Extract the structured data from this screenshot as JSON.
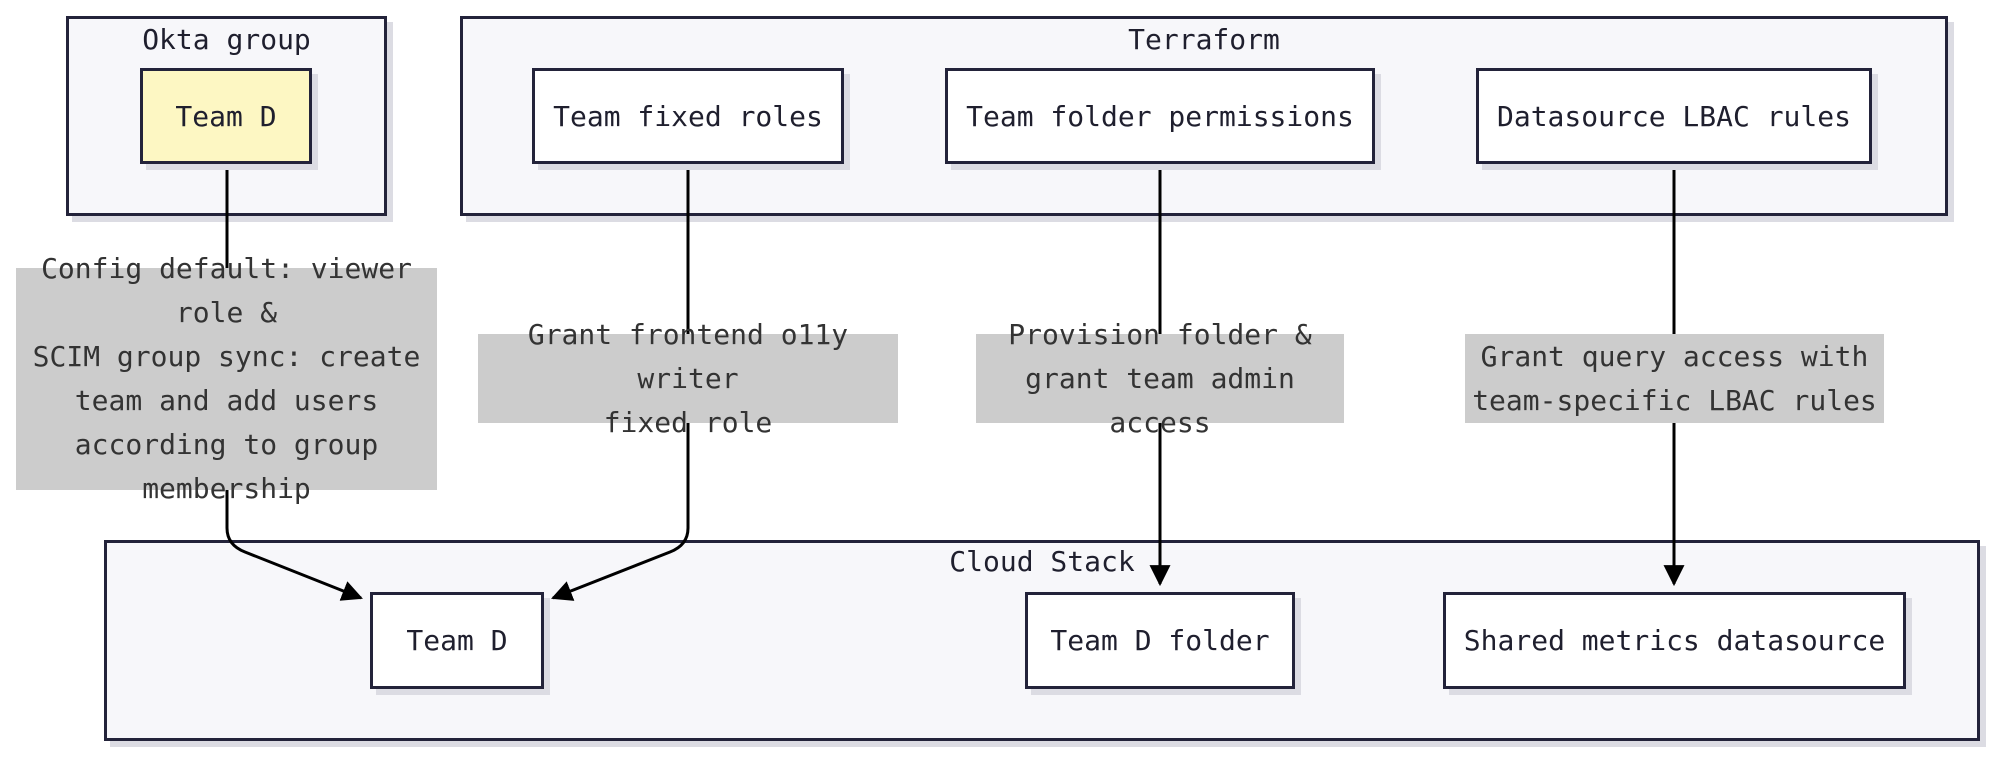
{
  "groups": {
    "okta": {
      "title": "Okta group"
    },
    "terraform": {
      "title": "Terraform"
    },
    "cloud": {
      "title": "Cloud Stack"
    }
  },
  "nodes": {
    "okta_team_d": "Team D",
    "team_fixed_roles": "Team fixed roles",
    "team_folder_permissions": "Team folder permissions",
    "datasource_lbac_rules": "Datasource LBAC rules",
    "cloud_team_d": "Team D",
    "team_d_folder": "Team D folder",
    "shared_metrics_datasource": "Shared metrics datasource"
  },
  "edge_labels": {
    "config_default": [
      "Config default: viewer role &",
      "SCIM group sync: create",
      "team and add users",
      "according to group",
      "membership"
    ],
    "grant_frontend": [
      "Grant frontend o11y writer",
      "fixed role"
    ],
    "provision_folder": [
      "Provision folder &",
      "grant team admin access"
    ],
    "grant_query": [
      "Grant query access with",
      "team-specific LBAC rules"
    ]
  },
  "colors": {
    "group_fill": "#f7f7fa",
    "border": "#23233a",
    "node_highlight": "#fdf7c3",
    "label_bg": "#cccccc"
  }
}
